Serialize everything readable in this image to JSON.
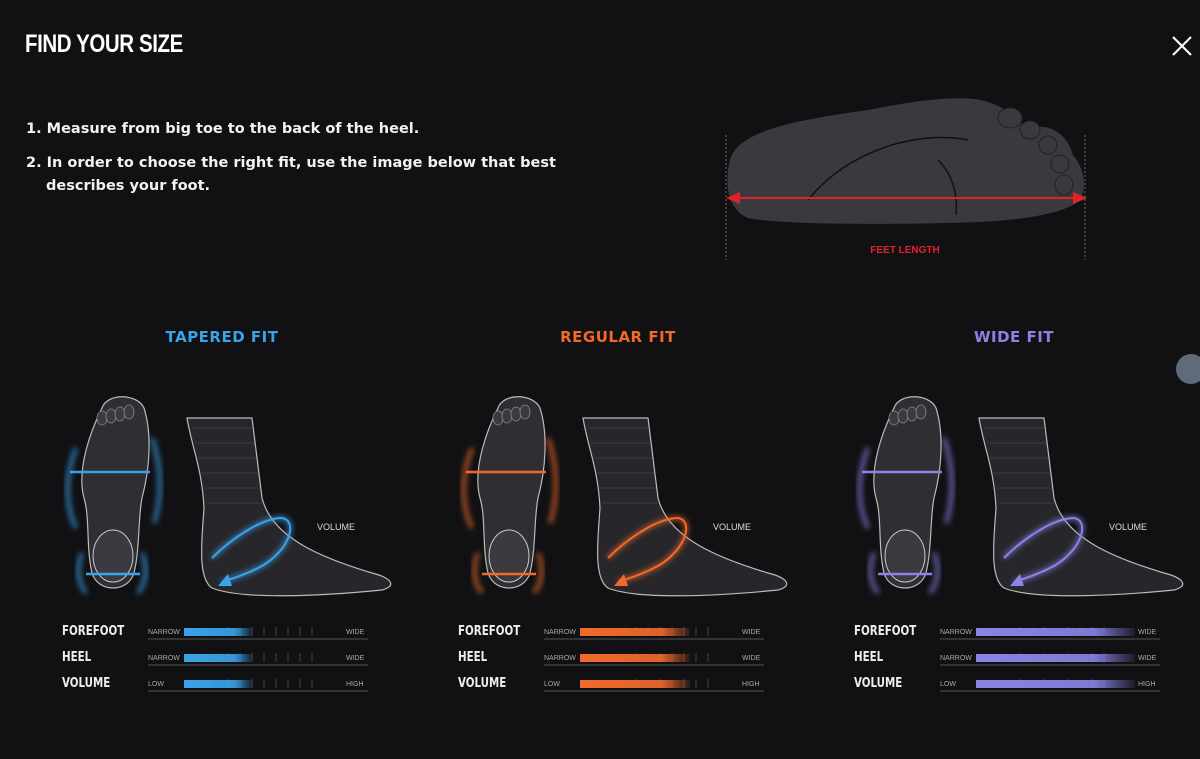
{
  "header": {
    "title": "FIND YOUR SIZE"
  },
  "instructions": {
    "step1": "1. Measure from big toe to the back of the heel.",
    "step2": "2. In order to choose the right fit, use the image below that best describes your foot."
  },
  "measure": {
    "label": "FEET LENGTH"
  },
  "fits": [
    {
      "title": "TAPERED FIT",
      "color": "#3aa3ea",
      "volume_label": "VOLUME",
      "rows": [
        {
          "label": "FOREFOOT",
          "min": "NARROW",
          "max": "WIDE",
          "level": 0.2
        },
        {
          "label": "HEEL",
          "min": "NARROW",
          "max": "WIDE",
          "level": 0.2
        },
        {
          "label": "VOLUME",
          "min": "LOW",
          "max": "HIGH",
          "level": 0.2
        }
      ]
    },
    {
      "title": "REGULAR FIT",
      "color": "#f26a2b",
      "volume_label": "VOLUME",
      "rows": [
        {
          "label": "FOREFOOT",
          "min": "NARROW",
          "max": "WIDE",
          "level": 0.5
        },
        {
          "label": "HEEL",
          "min": "NARROW",
          "max": "WIDE",
          "level": 0.5
        },
        {
          "label": "VOLUME",
          "min": "LOW",
          "max": "HIGH",
          "level": 0.5
        }
      ]
    },
    {
      "title": "WIDE FIT",
      "color": "#8a84e6",
      "volume_label": "VOLUME",
      "rows": [
        {
          "label": "FOREFOOT",
          "min": "NARROW",
          "max": "WIDE",
          "level": 0.85
        },
        {
          "label": "HEEL",
          "min": "NARROW",
          "max": "WIDE",
          "level": 0.85
        },
        {
          "label": "VOLUME",
          "min": "LOW",
          "max": "HIGH",
          "level": 0.85
        }
      ]
    }
  ]
}
